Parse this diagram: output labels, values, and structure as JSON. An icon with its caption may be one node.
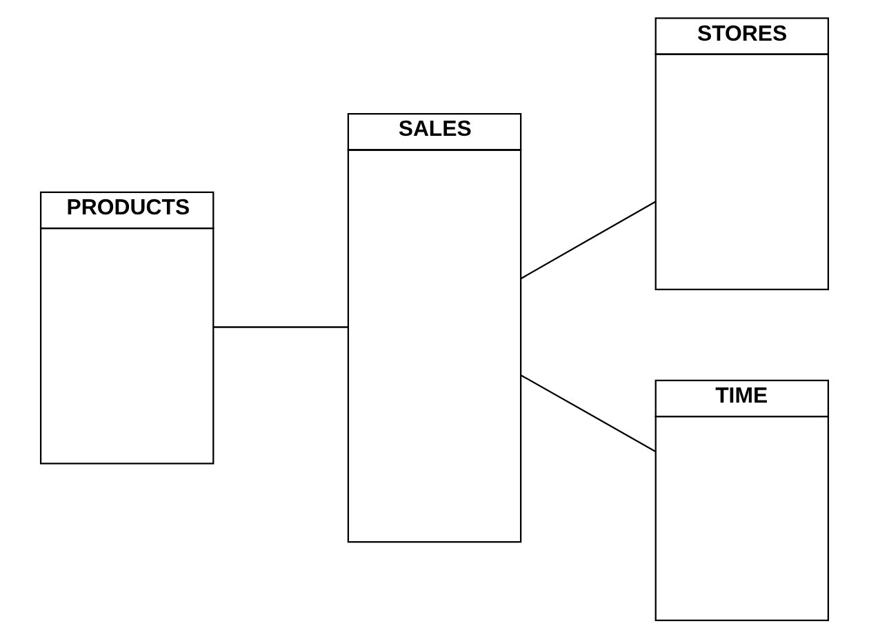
{
  "diagram": {
    "nodes": [
      {
        "text": [
          "PRODUCTS"
        ]
      },
      {
        "text": [
          "SALES"
        ]
      },
      {
        "text": [
          "STORES"
        ]
      },
      {
        "text": [
          "TIME"
        ]
      }
    ],
    "edges": [
      {
        "from": 0,
        "to": 1,
        "arrow": "none"
      },
      {
        "from": 1,
        "to": 2,
        "arrow": "none"
      },
      {
        "from": 1,
        "to": 3,
        "arrow": "none"
      }
    ]
  }
}
